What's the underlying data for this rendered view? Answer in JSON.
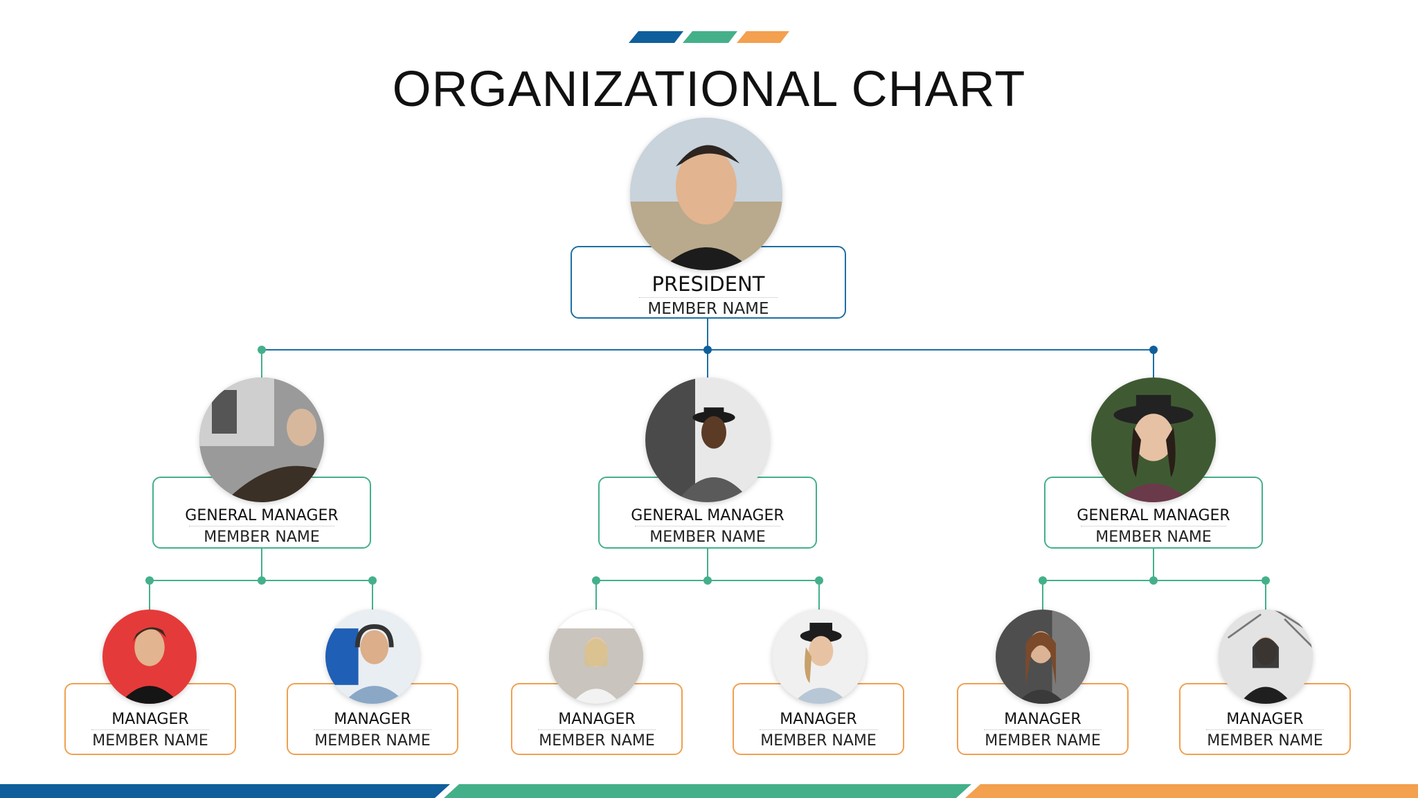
{
  "title": "ORGANIZATIONAL CHART",
  "colors": {
    "blue": "#0f5f9c",
    "green": "#44b08a",
    "orange": "#f3a04f",
    "line_blue": "#1d6fa3",
    "line_green": "#44b08a"
  },
  "president": {
    "role": "PRESIDENT",
    "name": "MEMBER NAME",
    "photo": "president-photo"
  },
  "general_managers": [
    {
      "role": "GENERAL MANAGER",
      "name": "MEMBER NAME",
      "photo": "gm-1-photo"
    },
    {
      "role": "GENERAL MANAGER",
      "name": "MEMBER NAME",
      "photo": "gm-2-photo"
    },
    {
      "role": "GENERAL MANAGER",
      "name": "MEMBER NAME",
      "photo": "gm-3-photo"
    }
  ],
  "managers": [
    {
      "role": "MANAGER",
      "name": "MEMBER NAME",
      "photo": "manager-1-photo"
    },
    {
      "role": "MANAGER",
      "name": "MEMBER NAME",
      "photo": "manager-2-photo"
    },
    {
      "role": "MANAGER",
      "name": "MEMBER NAME",
      "photo": "manager-3-photo"
    },
    {
      "role": "MANAGER",
      "name": "MEMBER NAME",
      "photo": "manager-4-photo"
    },
    {
      "role": "MANAGER",
      "name": "MEMBER NAME",
      "photo": "manager-5-photo"
    },
    {
      "role": "MANAGER",
      "name": "MEMBER NAME",
      "photo": "manager-6-photo"
    }
  ]
}
